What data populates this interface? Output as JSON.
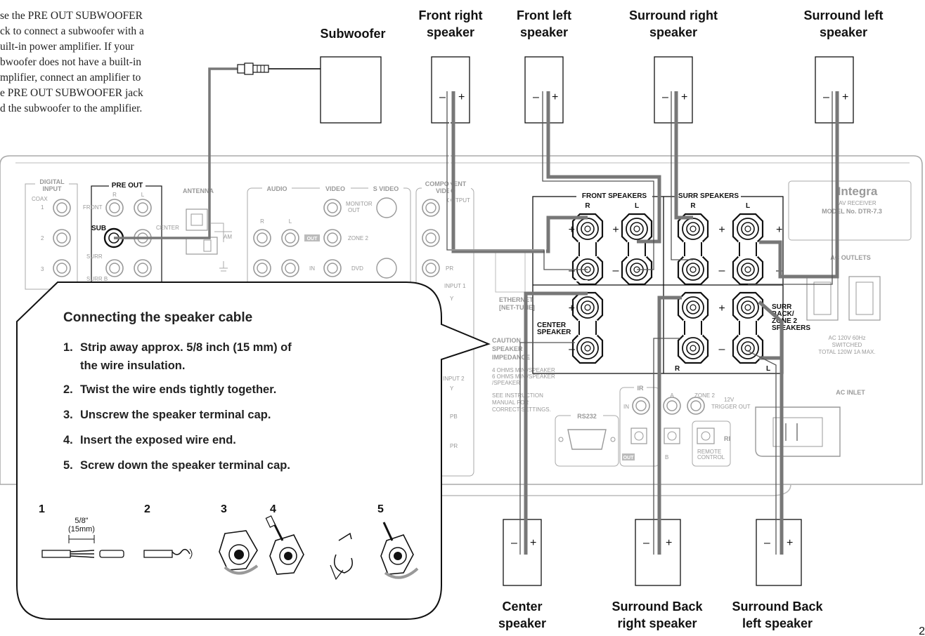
{
  "intro_lines": [
    "se the PRE OUT SUBWOOFER",
    "ck to connect a subwoofer with a",
    "uilt-in power amplifier. If your",
    "bwoofer does not have a built-in",
    "mplifier, connect an amplifier to",
    "e PRE OUT SUBWOOFER jack",
    "d the subwoofer to the amplifier."
  ],
  "speakers_top": {
    "subwoofer": "Subwoofer",
    "front_right": [
      "Front right",
      "speaker"
    ],
    "front_left": [
      "Front left",
      "speaker"
    ],
    "surround_right": [
      "Surround right",
      "speaker"
    ],
    "surround_left": [
      "Surround left",
      "speaker"
    ]
  },
  "speakers_bottom": {
    "center": [
      "Center",
      "speaker"
    ],
    "surround_back_right": [
      "Surround Back",
      "right speaker"
    ],
    "surround_back_left": [
      "Surround Back",
      "left speaker"
    ]
  },
  "polarity": {
    "minus": "–",
    "plus": "+"
  },
  "panel": {
    "digital_input": [
      "DIGITAL",
      "INPUT"
    ],
    "coax": "COAX",
    "coax_numbers": [
      "1",
      "2",
      "3"
    ],
    "pre_out": "PRE OUT",
    "pre_out_r": "R",
    "pre_out_l": "L",
    "front": "FRONT",
    "sub": "SUB",
    "center": "CENTER",
    "surr": "SURR",
    "surr_back": "SURR B",
    "antenna": "ANTENNA",
    "am": "AM",
    "audio": "AUDIO",
    "video": "VIDEO",
    "s_video": "S VIDEO",
    "audio_r": "R",
    "audio_l": "L",
    "monitor_out": [
      "MONITOR",
      "OUT"
    ],
    "out": "OUT",
    "zone2": "ZONE 2",
    "in": "IN",
    "dvd": "DVD",
    "component_video": [
      "COMPONENT",
      "VIDEO"
    ],
    "output": "OUTPUT",
    "pr": "PR",
    "input1": "INPUT 1",
    "y": "Y",
    "ethernet": [
      "ETHERNET",
      "[NET-TUNE]"
    ],
    "caution": [
      "CAUTION",
      "SPEAKER",
      "IMPEDANCE"
    ],
    "impedance_notes": [
      "4 OHMS MIN./SPEAKER",
      "6 OHMS MIN./SPEAKER",
      "/SPEAKER"
    ],
    "see_instruction": [
      "SEE INSTRUCTION",
      "MANUAL FOR",
      "CORRECT SETTINGS."
    ],
    "input2": "INPUT 2",
    "pb": "PB",
    "rs232": "RS232",
    "ir": "IR",
    "ir_a": "A",
    "ir_b": "B",
    "zone2_trigger": "ZONE 2",
    "trigger_12v": [
      "12V",
      "TRIGGER OUT"
    ],
    "remote_control": [
      "REMOTE",
      "CONTROL"
    ],
    "ri": "RI",
    "front_speakers": "FRONT SPEAKERS",
    "surr_speakers": "SURR SPEAKERS",
    "term_r": "R",
    "term_l": "L",
    "center_speaker": [
      "CENTER",
      "SPEAKER"
    ],
    "surr_back_zone2": [
      "SURR",
      "BACK/",
      "ZONE 2",
      "SPEAKERS"
    ],
    "brand": "Integra",
    "av_receiver": "AV RECEIVER",
    "model": "MODEL No. DTR-7.3",
    "ac_outlets": "AC OUTLETS",
    "ac_rating": [
      "AC 120V  60Hz",
      "SWITCHED",
      "TOTAL 120W 1A  MAX."
    ],
    "ac_inlet": "AC INLET"
  },
  "callout": {
    "title": "Connecting the speaker cable",
    "steps": [
      {
        "num": "1.",
        "lines": [
          "Strip away approx. 5/8 inch (15 mm) of",
          "the wire insulation."
        ]
      },
      {
        "num": "2.",
        "lines": [
          "Twist the wire ends tightly together."
        ]
      },
      {
        "num": "3.",
        "lines": [
          "Unscrew the speaker terminal cap."
        ]
      },
      {
        "num": "4.",
        "lines": [
          "Insert the exposed wire end."
        ]
      },
      {
        "num": "5.",
        "lines": [
          "Screw down the speaker terminal cap."
        ]
      }
    ],
    "figure_numbers": [
      "1",
      "2",
      "3",
      "4",
      "5"
    ],
    "strip_length": [
      "5/8\"",
      "(15mm)"
    ]
  },
  "page_number": "2"
}
